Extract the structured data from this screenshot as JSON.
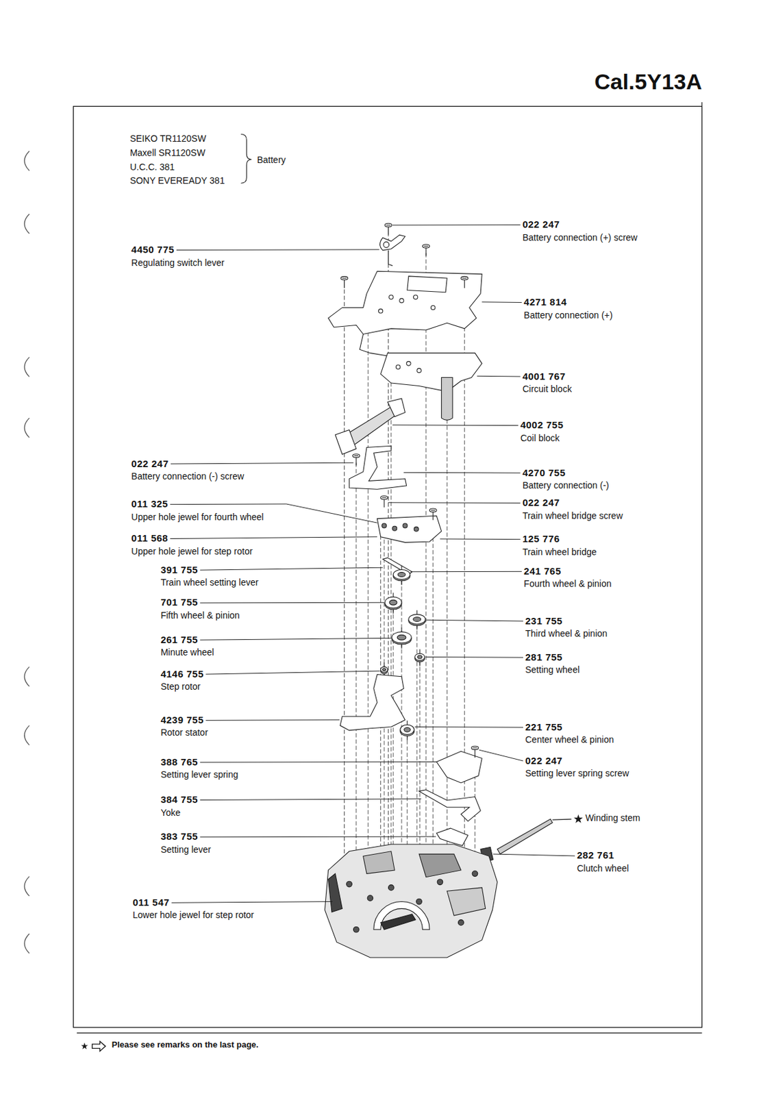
{
  "diagram": {
    "title": "Cal.5Y13A",
    "labels": [
      "SEIKO TR1120SW",
      "Maxell SR1120SW",
      "U.C.C. 381",
      "SONY EVEREADY 381",
      "Battery",
      "022 247",
      "Battery connection (+) screw",
      "4450 775",
      "Regulating switch lever",
      "4271 814",
      "Battery connection (+)",
      "4001 767",
      "Circuit block",
      "4002 755",
      "Coil block",
      "022 247",
      "Battery connection (-) screw",
      "4270 755",
      "Battery connection (-)",
      "011 325",
      "Upper hole jewel for fourth wheel",
      "022 247",
      "Train wheel bridge screw",
      "011 568",
      "Upper hole jewel for step rotor",
      "125 776",
      "Train wheel bridge",
      "391 755",
      "Train wheel setting lever",
      "241 765",
      "Fourth wheel & pinion",
      "701 755",
      "Fifth wheel & pinion",
      "231 755",
      "Third wheel & pinion",
      "261 755",
      "Minute wheel",
      "281 755",
      "Setting wheel",
      "4146 755",
      "Step rotor",
      "4239 755",
      "Rotor stator",
      "221 755",
      "Center wheel & pinion",
      "388 765",
      "Setting lever spring",
      "022 247",
      "Setting lever spring screw",
      "384 755",
      "Yoke",
      "Winding stem",
      "383 755",
      "Setting lever",
      "282 761",
      "Clutch wheel",
      "011 547",
      "Lower hole jewel for step rotor",
      "Please see remarks on the last page."
    ]
  }
}
